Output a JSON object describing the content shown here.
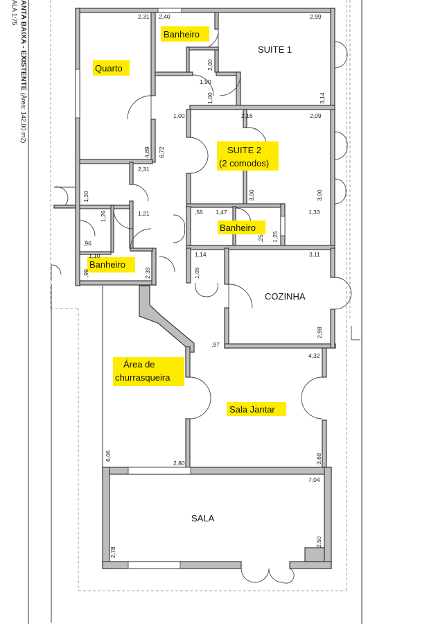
{
  "title": {
    "line1": "ANTA BAIXA - EXISTENTE",
    "area": "(Área: 142,00 m2)",
    "scale": "ALA 1:75"
  },
  "rooms": {
    "quarto": "Quarto",
    "banheiro_top": "Banheiro",
    "suite1": "SUITE 1",
    "suite2_line1": "SUITE 2",
    "suite2_line2": "(2 comodos)",
    "banheiro_mid": "Banheiro",
    "banheiro_left": "Banheiro",
    "cozinha": "COZINHA",
    "area_line1": "Área de",
    "area_line2": "churrasqueira",
    "sala_jantar": "Sala Jantar",
    "sala": "SALA"
  },
  "dims": {
    "d1": "2,31",
    "d2": "2,40",
    "d3": "2,99",
    "d4": "2,00",
    "d5": "1,90",
    "d6": "1,00",
    "d7": "3,14",
    "d8": "1,00",
    "d9": "2,16",
    "d10": "2,09",
    "d11": "4,89",
    "d12": "6,72",
    "d13": "2,31",
    "d14": "3,00",
    "d15": "3,00",
    "d16": "1,30",
    "d17": "1,26",
    "d18": "1,21",
    "d19": ",55",
    "d20": "1,47",
    "d21": "1,33",
    "d22": ",25",
    "d23": "1,25",
    "d24": ",96",
    "d25": "1,10",
    "d26": ",99",
    "d27": "2,39",
    "d28": "1,14",
    "d29": "3,11",
    "d30": "1,05",
    "d31": "2,98",
    "d32": ",97",
    "d33": "4,32",
    "d34": "6,06",
    "d35": "2,80",
    "d36": "3,68",
    "d37": "7,04",
    "d38": "2,78",
    "d39": "2,50"
  }
}
